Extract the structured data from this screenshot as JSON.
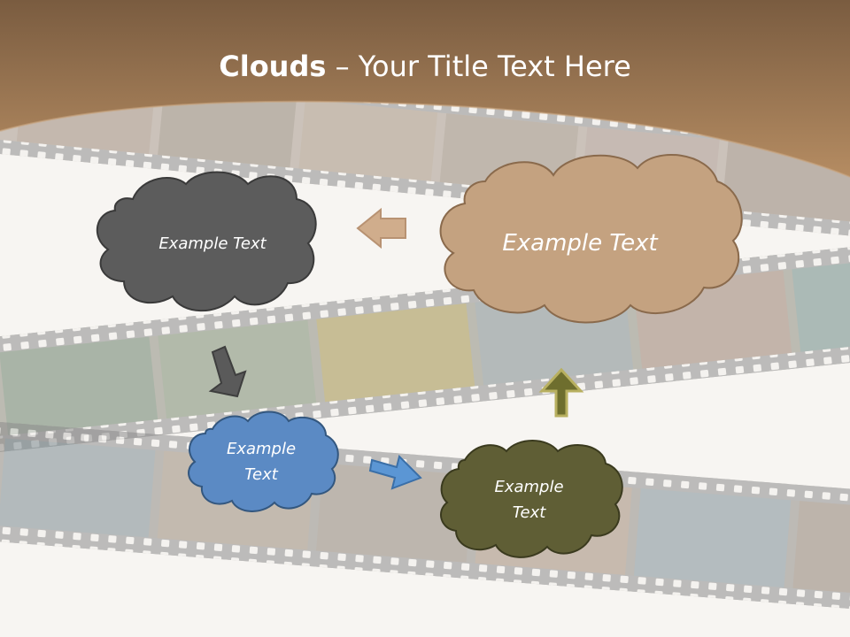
{
  "title": {
    "bold": "Clouds",
    "dash": " – ",
    "rest": "Your Title Text Here"
  },
  "clouds": {
    "top_left": "Example Text",
    "top_right": "Example Text",
    "middle_left": "Example\nText",
    "bottom_right": "Example\nText"
  },
  "colors": {
    "header_brown": "#a07e5c",
    "cloud_gray": "#5c5c5c",
    "cloud_tan": "#c4a280",
    "cloud_blue": "#5b8ac4",
    "cloud_olive": "#5f5e35",
    "arrow_tan": "#d0ad8c",
    "arrow_gray": "#5a5a5a",
    "arrow_blue": "#5b96d4",
    "arrow_olive": "#6e6e2e"
  },
  "icons": [
    "arrow-left-icon",
    "arrow-down-right-icon",
    "arrow-right-icon",
    "arrow-up-icon"
  ]
}
